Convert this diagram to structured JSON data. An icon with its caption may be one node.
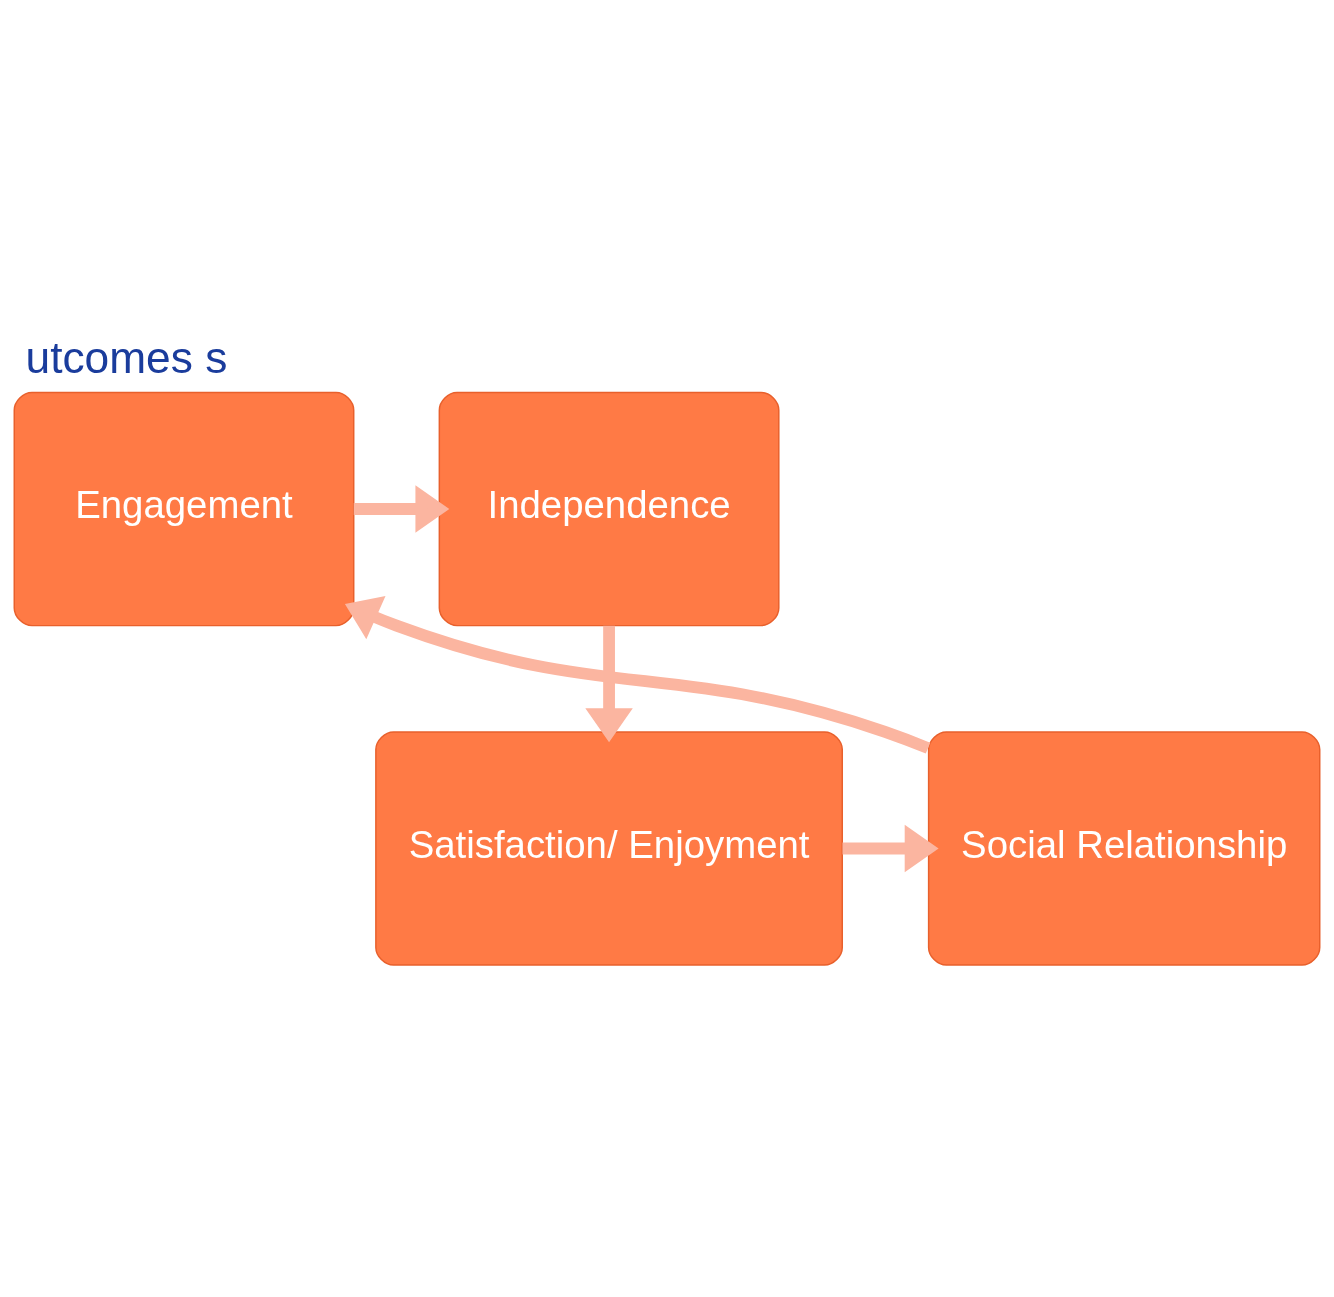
{
  "diagram": {
    "title": "utcomes s",
    "nodes": [
      {
        "text": [
          "Engagement"
        ]
      },
      {
        "text": [
          "Independence"
        ]
      },
      {
        "text": [
          "Satisfaction/ Enjoyment"
        ]
      },
      {
        "text": [
          "Social Relationship"
        ]
      }
    ],
    "edges": [
      {
        "from": 0,
        "to": 1,
        "arrow": "to"
      },
      {
        "from": 1,
        "to": 2,
        "arrow": "to"
      },
      {
        "from": 2,
        "to": 3,
        "arrow": "to"
      },
      {
        "from": 3,
        "to": 0,
        "arrow": "to"
      }
    ]
  }
}
